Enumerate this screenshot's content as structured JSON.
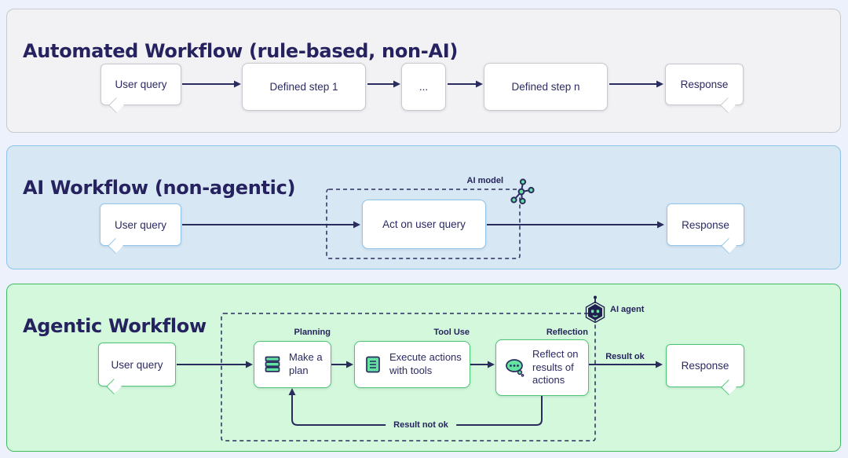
{
  "panels": {
    "automated": {
      "title": "Automated Workflow (rule-based, non-AI)",
      "nodes": {
        "user_query": "User query",
        "step1": "Defined step 1",
        "ellipsis": "...",
        "stepn": "Defined step n",
        "response": "Response"
      }
    },
    "ai": {
      "title": "AI Workflow (non-agentic)",
      "model_label": "AI model",
      "nodes": {
        "user_query": "User query",
        "act": "Act on user query",
        "response": "Response"
      }
    },
    "agentic": {
      "title": "Agentic Workflow",
      "agent_label": "AI agent",
      "step_labels": {
        "planning": "Planning",
        "tool_use": "Tool Use",
        "reflection": "Reflection"
      },
      "edge_labels": {
        "result_ok": "Result ok",
        "result_not_ok": "Result not ok"
      },
      "nodes": {
        "user_query": "User query",
        "plan": "Make a plan",
        "execute": "Execute actions with tools",
        "reflect": "Reflect on results of actions",
        "response": "Response"
      }
    }
  },
  "colors": {
    "navy_text_arrows": "#2b2c5e",
    "panel_automated_bg": "#f2f2f4",
    "panel_automated_border": "#c8c9cd",
    "panel_ai_bg": "#d7e8f4",
    "panel_ai_border": "#8fc3e8",
    "panel_agentic_bg": "#d3f8dc",
    "panel_agentic_border": "#41bb64",
    "icon_green": "#63e3a2"
  }
}
